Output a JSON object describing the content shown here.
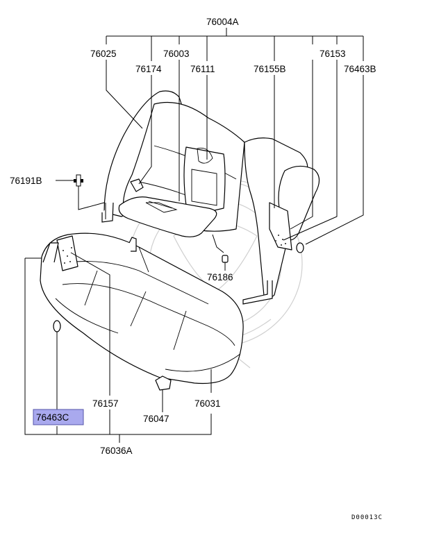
{
  "labels": {
    "p76004A": "76004A",
    "p76025": "76025",
    "p76003": "76003",
    "p76153": "76153",
    "p76174": "76174",
    "p76111": "76111",
    "p76155B": "76155B",
    "p76463B": "76463B",
    "p76191B": "76191B",
    "p76186": "76186",
    "p76157": "76157",
    "p76031": "76031",
    "p76463C": "76463C",
    "p76047": "76047",
    "p76036A": "76036A"
  },
  "diagram_code": "D00013C",
  "colors": {
    "highlight": "#a9a9ee",
    "line": "#000000",
    "watermark": "#cfcfcf"
  }
}
